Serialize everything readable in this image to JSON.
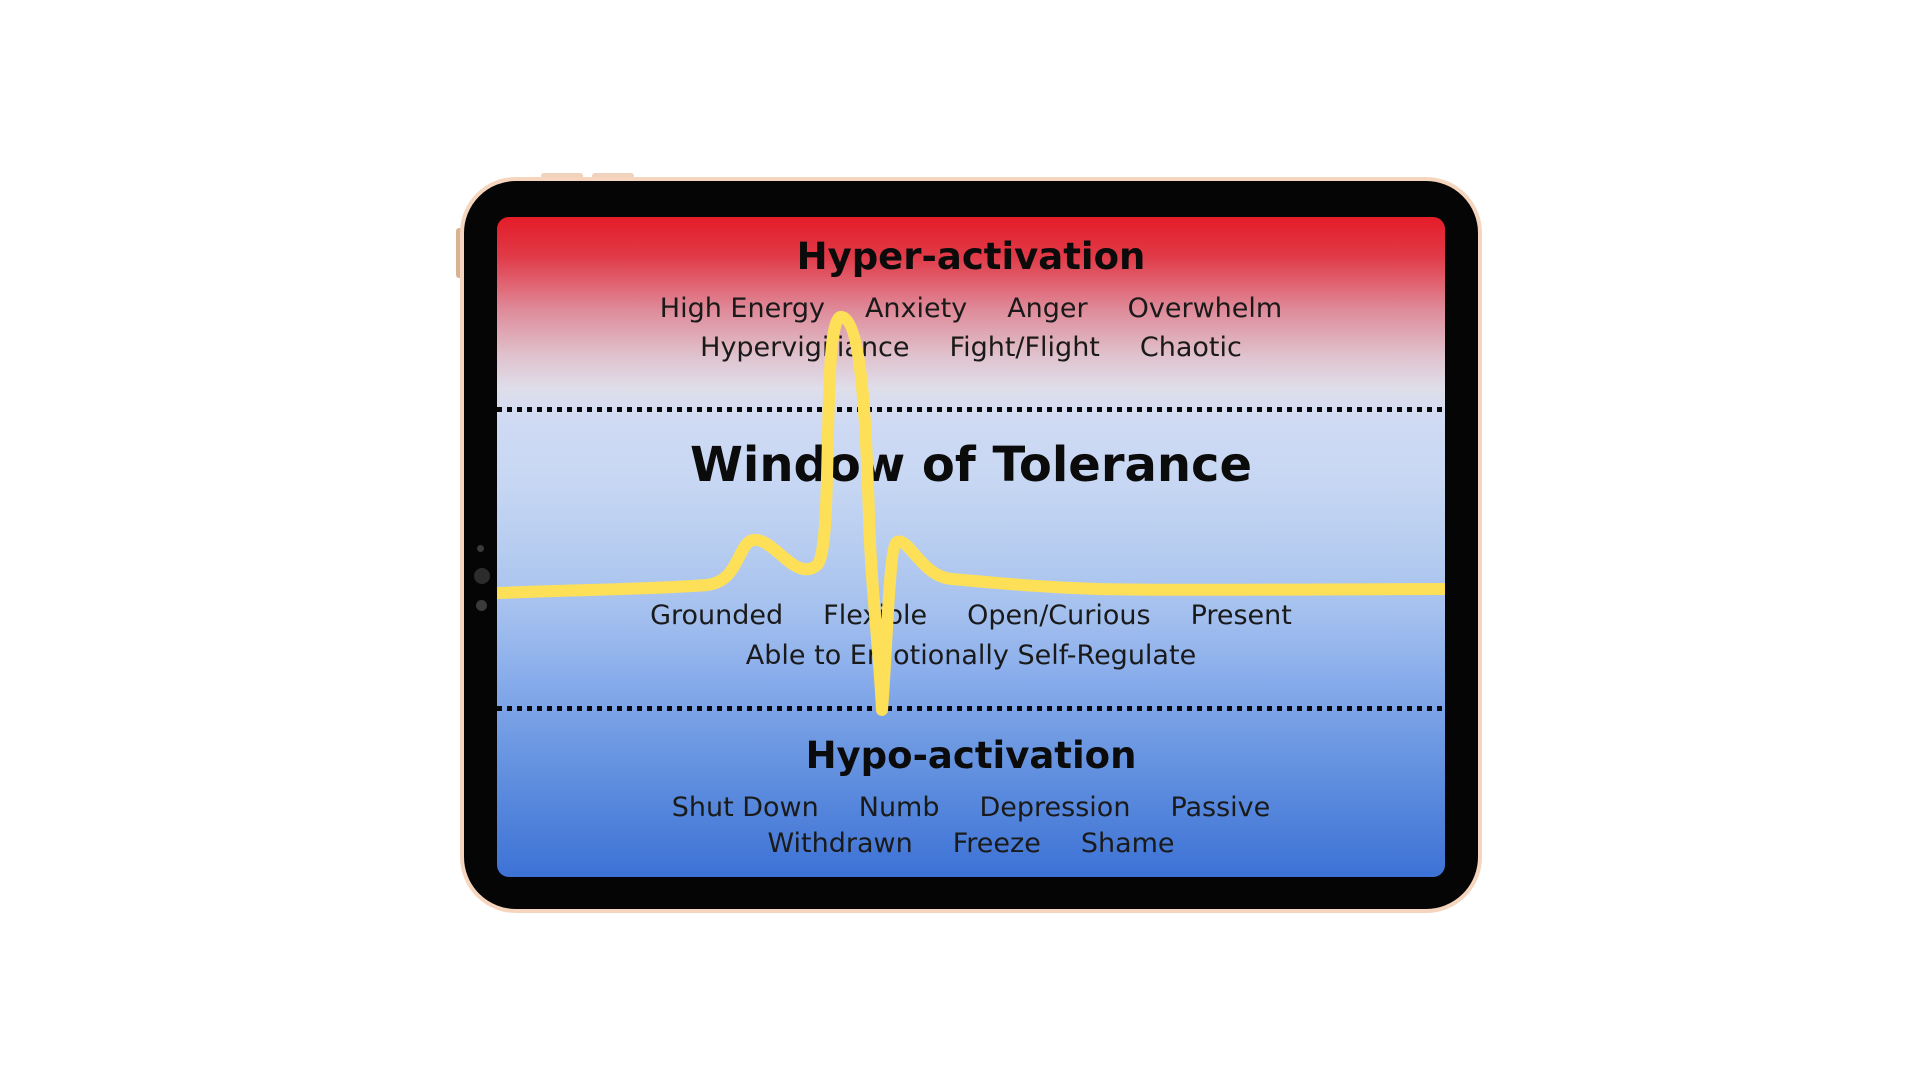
{
  "hyper": {
    "title": "Hyper-activation",
    "row1": [
      "High Energy",
      "Anxiety",
      "Anger",
      "Overwhelm"
    ],
    "row2": [
      "Hypervigiliance",
      "Fight/Flight",
      "Chaotic"
    ]
  },
  "window": {
    "title": "Window of Tolerance",
    "row1": [
      "Grounded",
      "Flexible",
      "Open/Curious",
      "Present"
    ],
    "row2": [
      "Able to Emotionally Self-Regulate"
    ]
  },
  "hypo": {
    "title": "Hypo-activation",
    "row1": [
      "Shut Down",
      "Numb",
      "Depression",
      "Passive"
    ],
    "row2": [
      "Withdrawn",
      "Freeze",
      "Shame"
    ]
  },
  "colors": {
    "hyper_top": "#e41c28",
    "window_mid": "#c7d7f3",
    "hypo_bottom": "#3d72d6",
    "wave": "#fde058",
    "frame_border": "#f6d5bf",
    "frame": "#050505"
  }
}
